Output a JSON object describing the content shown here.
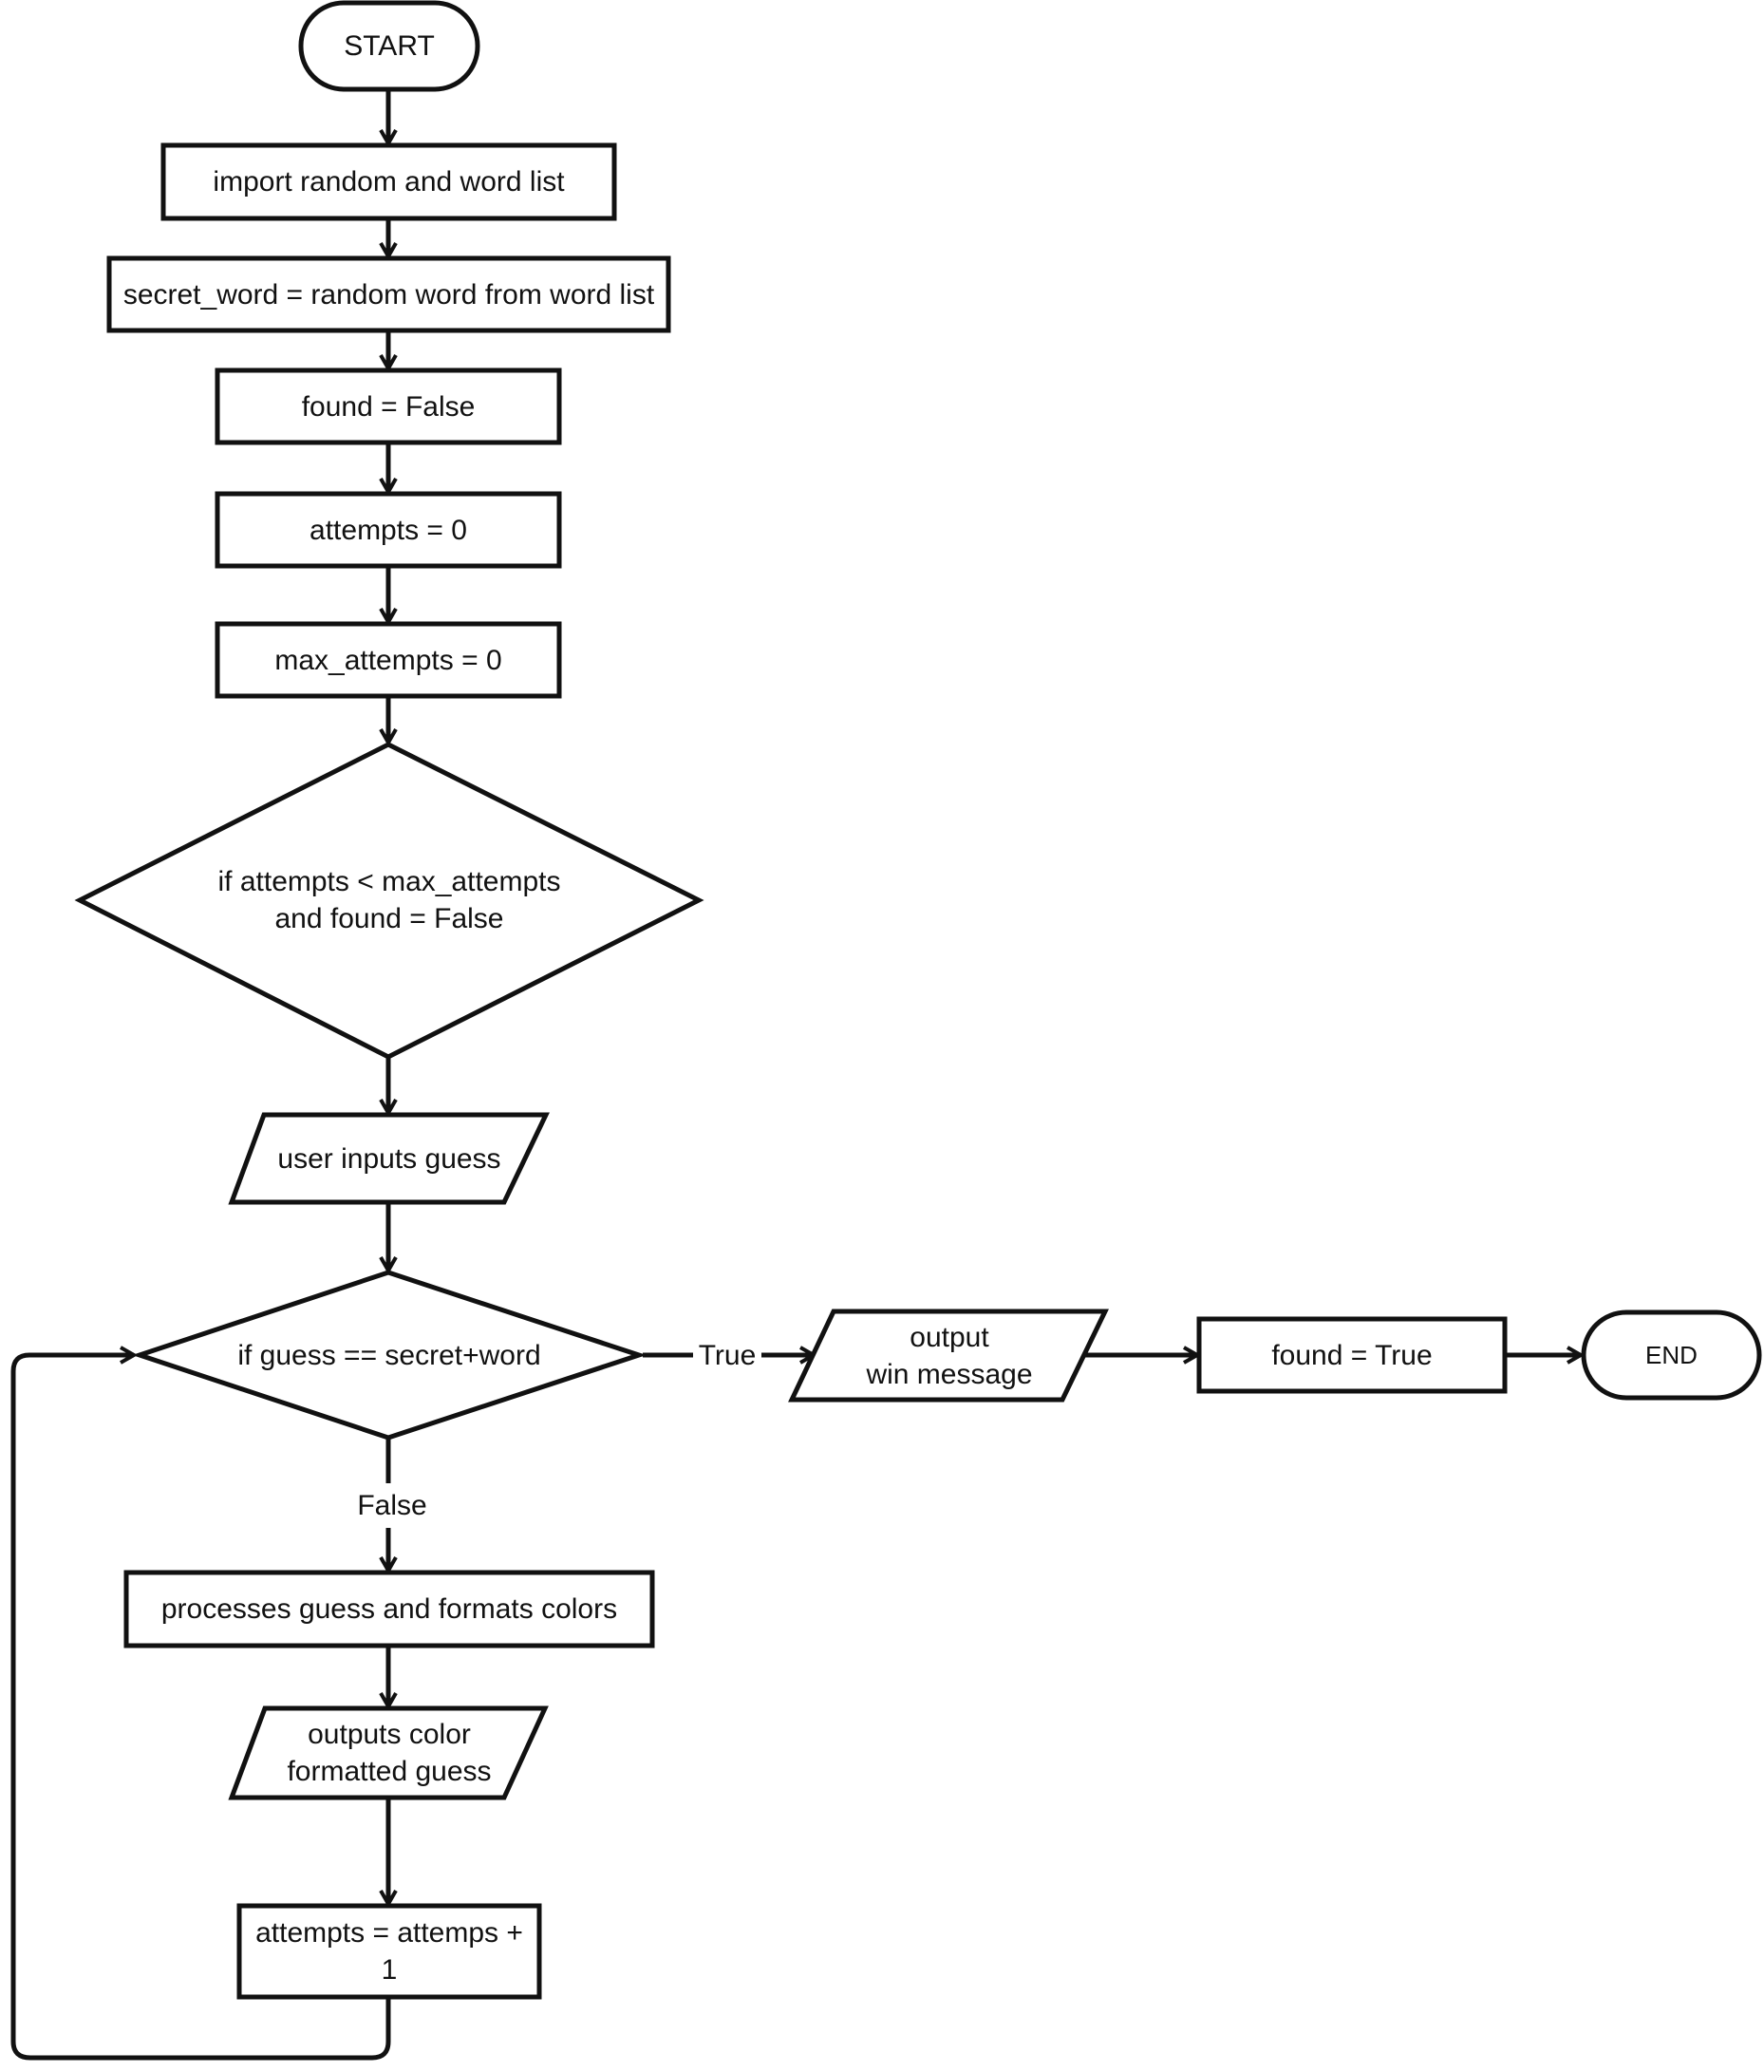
{
  "diagram": {
    "type": "flowchart",
    "nodes": {
      "start": "START",
      "import": "import random and word list",
      "secret": "secret_word = random word from word list",
      "found_false": "found = False",
      "attempts_init": "attempts = 0",
      "max_attempts": "max_attempts = 0",
      "loop_condition": "if  attempts < max_attempts\nand found = False",
      "user_input": "user inputs guess",
      "guess_check": "if guess == secret+word",
      "win_output": "output\n win message",
      "found_true": "found = True",
      "end": "END",
      "process": "processes guess and formats colors",
      "color_output": "outputs color\nformatted guess",
      "increment": "attempts = attemps +\n1"
    },
    "edge_labels": {
      "true": "True",
      "false": "False"
    }
  }
}
